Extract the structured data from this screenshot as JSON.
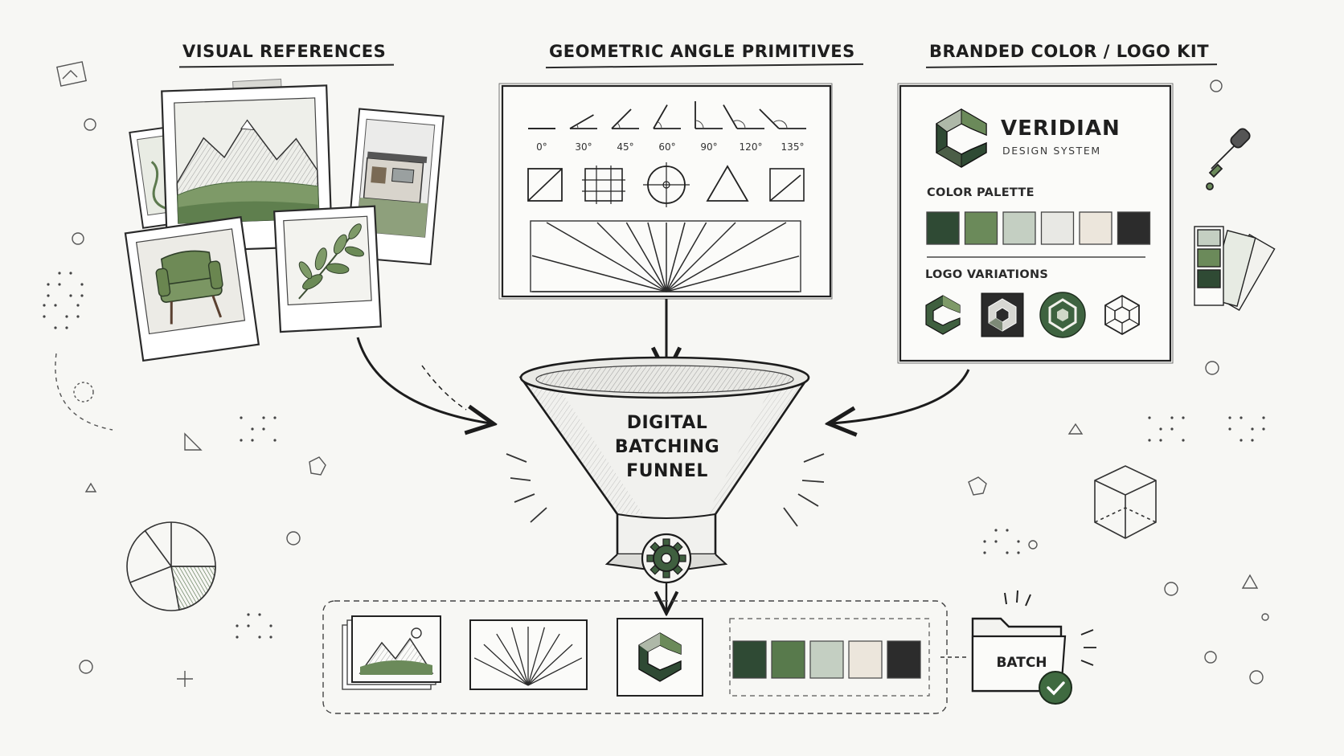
{
  "sections": {
    "visual_references": "VISUAL REFERENCES",
    "geometric_primitives": "GEOMETRIC ANGLE PRIMITIVES",
    "brand_kit": "BRANDED COLOR / LOGO KIT"
  },
  "angles": [
    "0°",
    "30°",
    "45°",
    "60°",
    "90°",
    "120°",
    "135°"
  ],
  "brand": {
    "name": "VERIDIAN",
    "subtitle": "DESIGN SYSTEM",
    "color_palette_label": "COLOR PALETTE",
    "logo_variations_label": "LOGO VARIATIONS",
    "palette": [
      "#2f4a34",
      "#6b8a5a",
      "#c4cfc2",
      "#e8e8e4",
      "#ece6dc",
      "#2c2c2c"
    ]
  },
  "funnel": {
    "lines": [
      "DIGITAL",
      "BATCHING",
      "FUNNEL"
    ]
  },
  "output": {
    "palette": [
      "#2f4a34",
      "#587a4c",
      "#c4cfc2",
      "#ece6dc",
      "#2c2c2c"
    ],
    "batch_label": "BATCH"
  },
  "colors": {
    "ink": "#1c1c1c",
    "green_dark": "#2f4a34",
    "green_mid": "#6b8a5a",
    "paper": "#f7f7f4"
  }
}
